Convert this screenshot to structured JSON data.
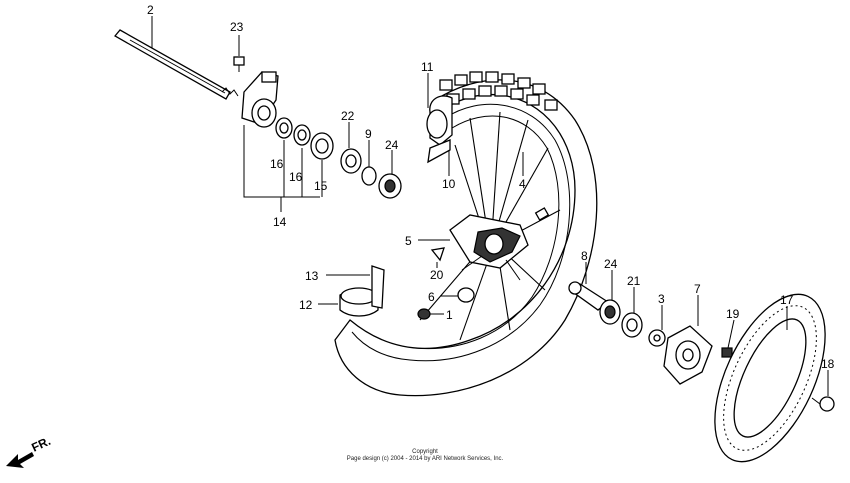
{
  "diagram": {
    "callouts": [
      {
        "id": "2",
        "label": "2"
      },
      {
        "id": "23",
        "label": "23"
      },
      {
        "id": "11",
        "label": "11"
      },
      {
        "id": "22",
        "label": "22"
      },
      {
        "id": "9",
        "label": "9"
      },
      {
        "id": "24a",
        "label": "24"
      },
      {
        "id": "16a",
        "label": "16"
      },
      {
        "id": "16b",
        "label": "16"
      },
      {
        "id": "15",
        "label": "15"
      },
      {
        "id": "10",
        "label": "10"
      },
      {
        "id": "4",
        "label": "4"
      },
      {
        "id": "14",
        "label": "14"
      },
      {
        "id": "5",
        "label": "5"
      },
      {
        "id": "20",
        "label": "20"
      },
      {
        "id": "13",
        "label": "13"
      },
      {
        "id": "12",
        "label": "12"
      },
      {
        "id": "6",
        "label": "6"
      },
      {
        "id": "1",
        "label": "1"
      },
      {
        "id": "8",
        "label": "8"
      },
      {
        "id": "24b",
        "label": "24"
      },
      {
        "id": "21",
        "label": "21"
      },
      {
        "id": "3",
        "label": "3"
      },
      {
        "id": "7",
        "label": "7"
      },
      {
        "id": "19",
        "label": "19"
      },
      {
        "id": "17",
        "label": "17"
      },
      {
        "id": "18",
        "label": "18"
      }
    ],
    "direction_label": "FR.",
    "copyright_line1": "Copyright",
    "copyright_line2": "Page design (c) 2004 - 2014 by ARI Network Services, Inc."
  }
}
